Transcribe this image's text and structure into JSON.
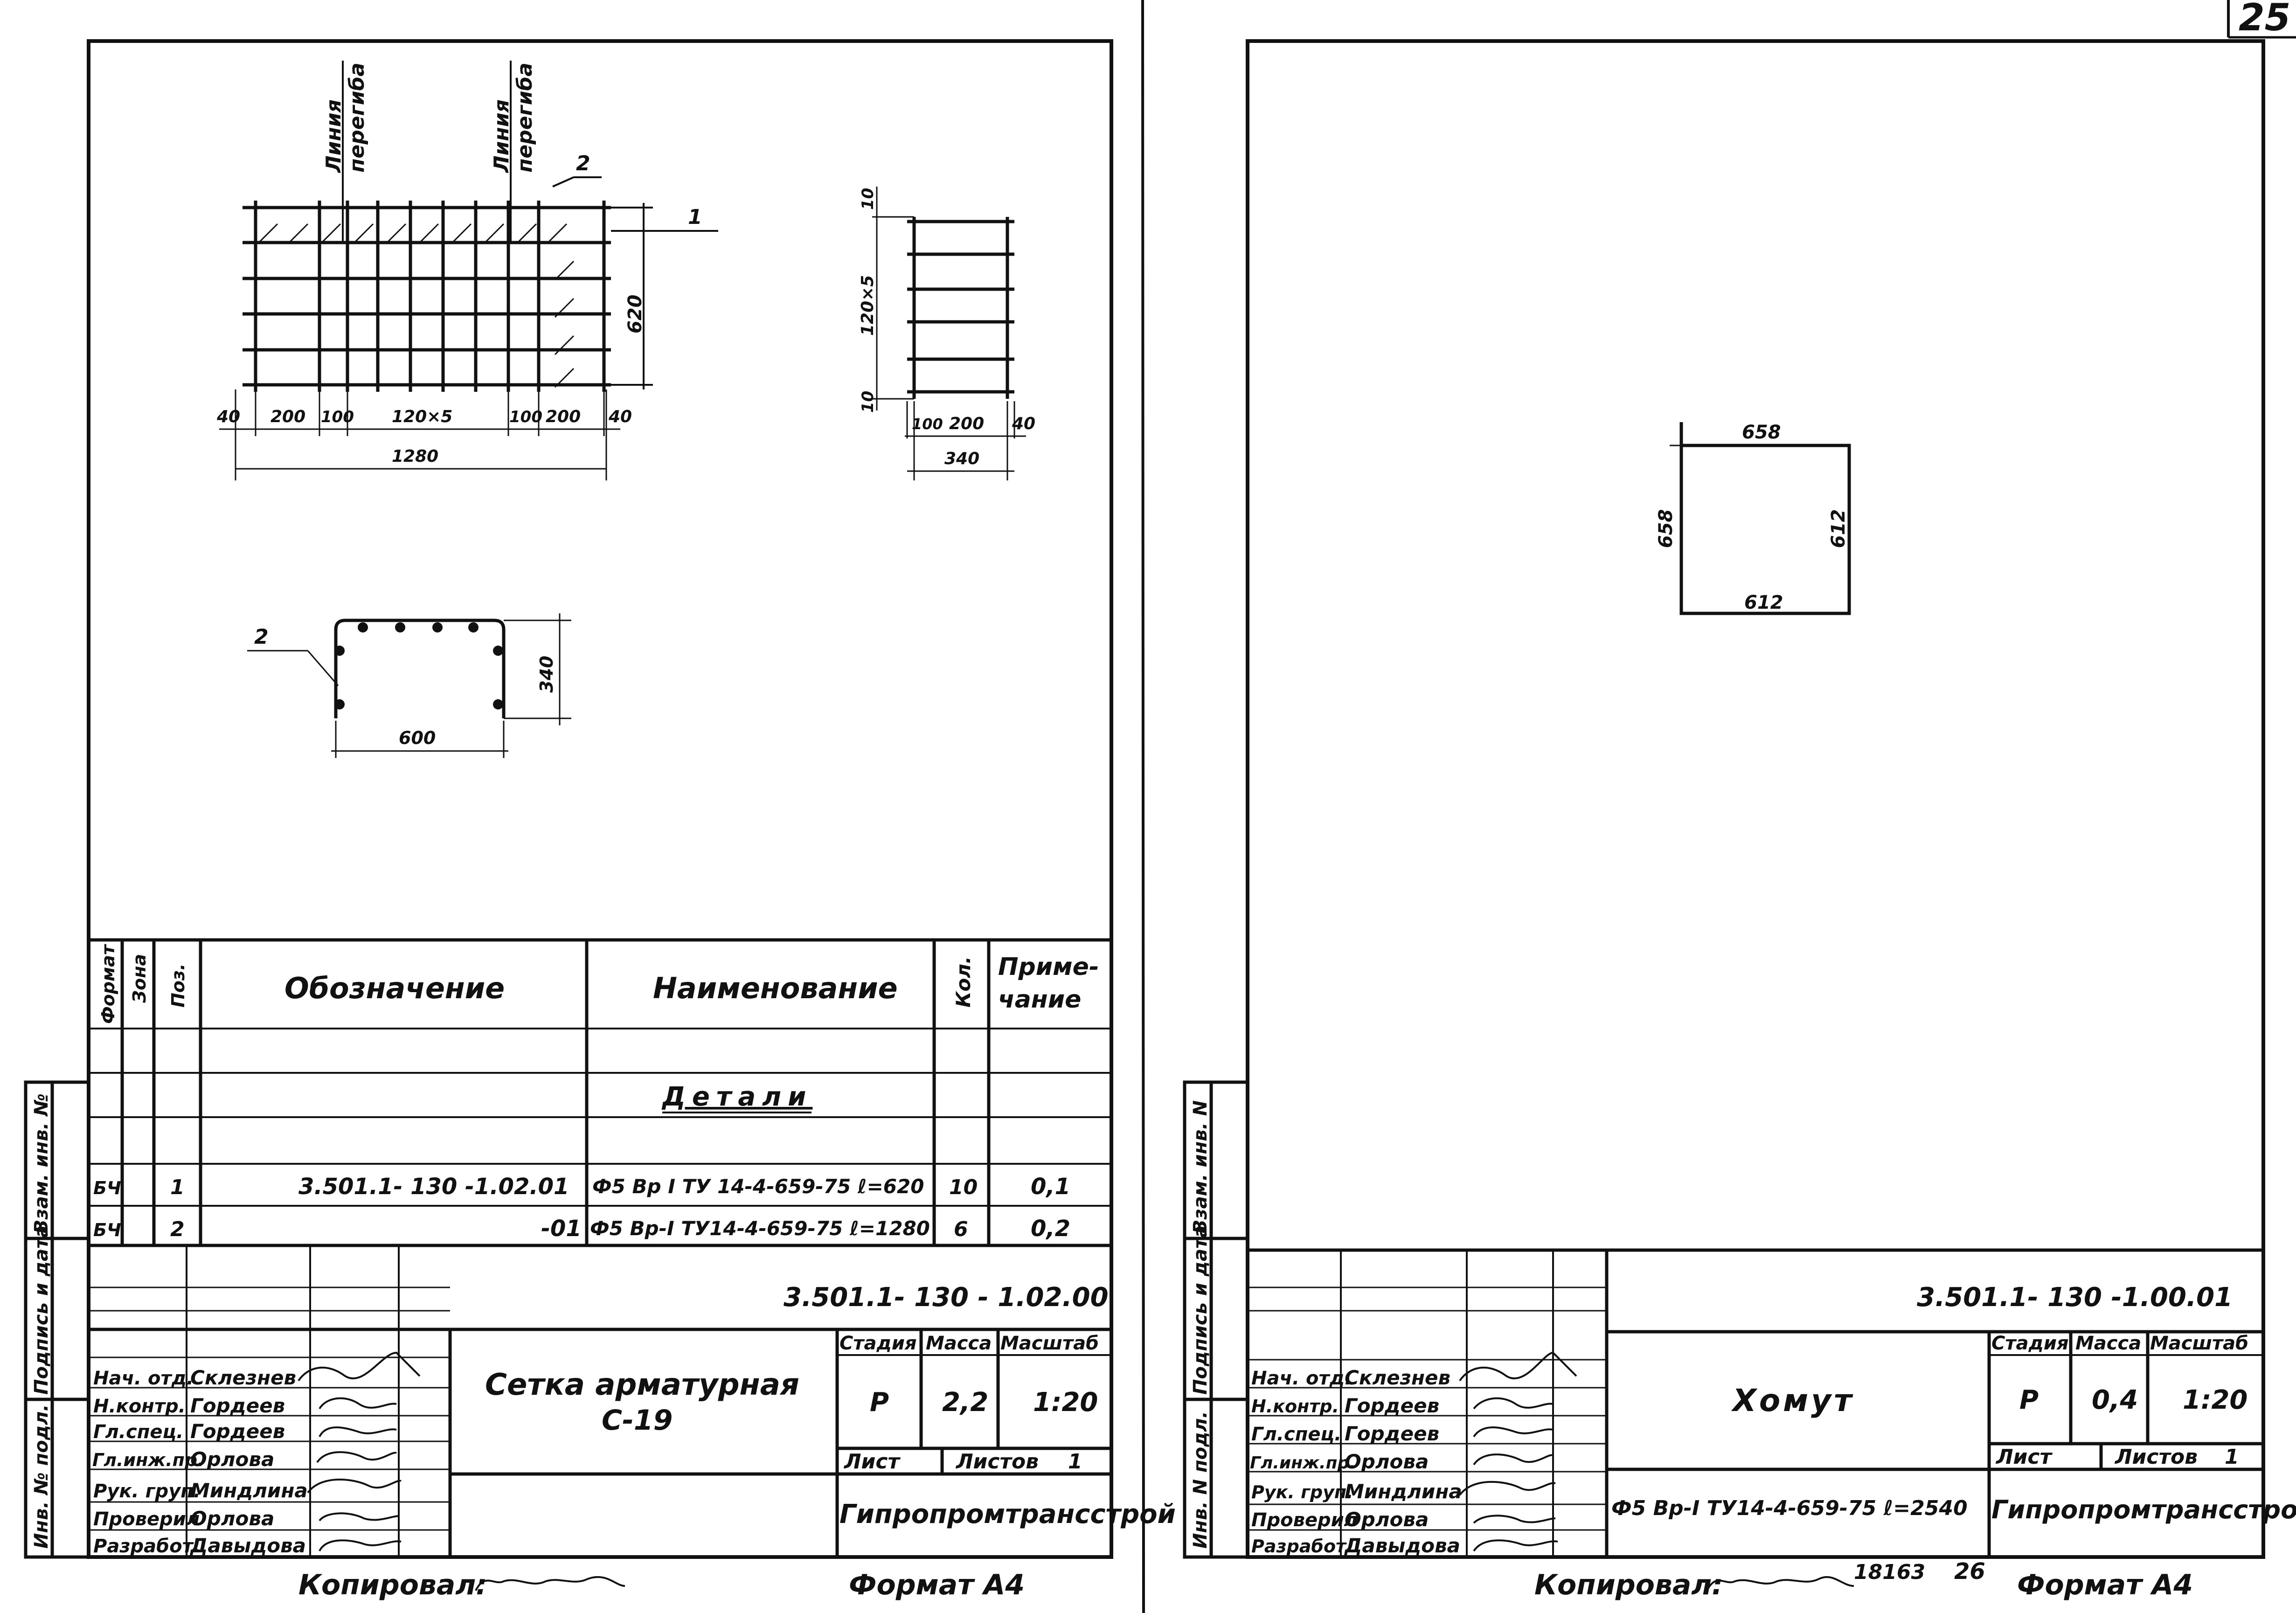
{
  "page_number": "25",
  "sheet_left": {
    "drawing": {
      "label_bend_line": [
        "Линия",
        "перегиба"
      ],
      "pos_1": "1",
      "pos_2": "2",
      "dim_620": "620",
      "dim_40_left": "40",
      "dim_200_left": "200",
      "dim_100_left": "100",
      "dim_120x5": "120×5",
      "dim_100_right": "100",
      "dim_200_right": "200",
      "dim_40_right": "40",
      "dim_1280": "1280",
      "side_dim_10_top": "10",
      "side_dim_120x5": "120×5",
      "side_dim_10_bottom": "10",
      "side_dim_100": "100",
      "side_dim_200": "200",
      "side_dim_40": "40",
      "side_dim_340": "340",
      "section_pos": "2",
      "section_dim_340": "340",
      "section_dim_600": "600"
    },
    "spec": {
      "headers": [
        "Формат",
        "Зона",
        "Поз.",
        "Обозначение",
        "Наименование",
        "Кол.",
        "Приме-",
        "чание"
      ],
      "section_title": "Детали",
      "rows": [
        {
          "format": "БЧ",
          "pos": "1",
          "designation": "3.501.1- 130 -1.02.01",
          "name": "Ф5 Вр I ТУ 14-4-659-75 ℓ=620",
          "qty": "10",
          "note": "0,1"
        },
        {
          "format": "БЧ",
          "pos": "2",
          "designation": "-01",
          "name": "Ф5 Вр-I ТУ14-4-659-75 ℓ=1280",
          "qty": "6",
          "note": "0,2"
        }
      ]
    },
    "title_block": {
      "doc_number": "3.501.1- 130 - 1.02.00",
      "title_line1": "Сетка арматурная",
      "title_line2": "С-19",
      "stage_label": "Стадия",
      "mass_label": "Масса",
      "scale_label": "Масштаб",
      "stage": "Р",
      "mass": "2,2",
      "scale": "1:20",
      "sheet_label": "Лист",
      "sheets_label": "Листов",
      "sheets_count": "1",
      "org": "Гипропромтрансстрой",
      "roles": [
        {
          "role": "Нач. отд.",
          "name": "Склезнев"
        },
        {
          "role": "Н.контр.",
          "name": "Гордеев"
        },
        {
          "role": "Гл.спец.",
          "name": "Гордеев"
        },
        {
          "role": "Гл.инж.пр.",
          "name": "Орлова"
        },
        {
          "role": "Рук. груп.",
          "name": "Миндлина"
        },
        {
          "role": "Проверил",
          "name": "Орлова"
        },
        {
          "role": "Разработ.",
          "name": "Давыдова"
        }
      ],
      "side_labels": [
        "Инв. № подл.",
        "Подпись и дата",
        "Взам. инв. №"
      ]
    },
    "footer_copied": "Копировал:",
    "footer_format": "Формат А4"
  },
  "sheet_right": {
    "drawing": {
      "dim_top": "658",
      "dim_left": "658",
      "dim_right": "612",
      "dim_bottom": "612"
    },
    "title_block": {
      "doc_number": "3.501.1- 130 -1.00.01",
      "title": "Хомут",
      "material": "Ф5 Вр-I ТУ14-4-659-75 ℓ=2540",
      "stage_label": "Стадия",
      "mass_label": "Масса",
      "scale_label": "Масштаб",
      "stage": "Р",
      "mass": "0,4",
      "scale": "1:20",
      "sheet_label": "Лист",
      "sheets_label": "Листов",
      "sheets_count": "1",
      "org": "Гипропромтрансстрой",
      "roles": [
        {
          "role": "Нач. отд.",
          "name": "Склезнев"
        },
        {
          "role": "Н.контр.",
          "name": "Гордеев"
        },
        {
          "role": "Гл.спец.",
          "name": "Гордеев"
        },
        {
          "role": "Гл.инж.пр.",
          "name": "Орлова"
        },
        {
          "role": "Рук. груп.",
          "name": "Миндлина"
        },
        {
          "role": "Проверил",
          "name": "Орлова"
        },
        {
          "role": "Разработ.",
          "name": "Давыдова"
        }
      ],
      "side_labels": [
        "Инв. N подл.",
        "Подпись и дата",
        "Взам. инв. N"
      ]
    },
    "footer_copied": "Копировал:",
    "footer_stamp": "18163",
    "footer_page": "26",
    "footer_format": "Формат А4"
  }
}
